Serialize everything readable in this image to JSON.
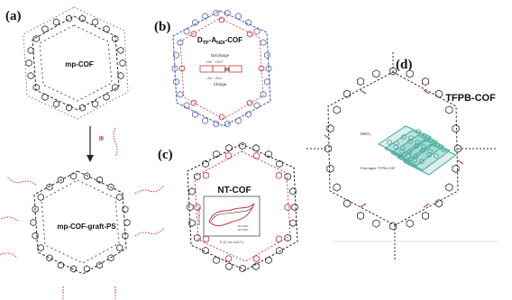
{
  "panels": {
    "a": {
      "label": "(a)",
      "top_title": "mp-COF",
      "bottom_title": "mp-COF-graft-PS",
      "arrow_text": "⊕"
    },
    "b": {
      "label": "(b)",
      "title": "D",
      "title_sub1": "TP",
      "title_mid": "-A",
      "title_sub2": "NDI",
      "title_end": "-COF",
      "discharge": "Discharge",
      "charge": "Charge",
      "eq_top": "+2e⁻  +2Li⁺",
      "eq_bottom": "-2e⁻  -2Li⁺"
    },
    "c": {
      "label": "(c)",
      "title": "NT-COF",
      "inset_xlabel": "E (V vs. Li/Li⁺)",
      "inset_ylabel": "Current (mA)",
      "inset_legend": [
        "NT-COF ...",
        "NT-COF ..."
      ]
    },
    "d": {
      "label": "(d)",
      "title": "TFPB-COF",
      "mno2_label": "MnO₂",
      "few_layer_label": "Few-layer TFPB-COF"
    }
  },
  "colors": {
    "ink": "#2b2b2b",
    "red": "#c8323c",
    "blue": "#5567b8",
    "teal": "#3fa99a",
    "magenta": "#c03a7a"
  }
}
